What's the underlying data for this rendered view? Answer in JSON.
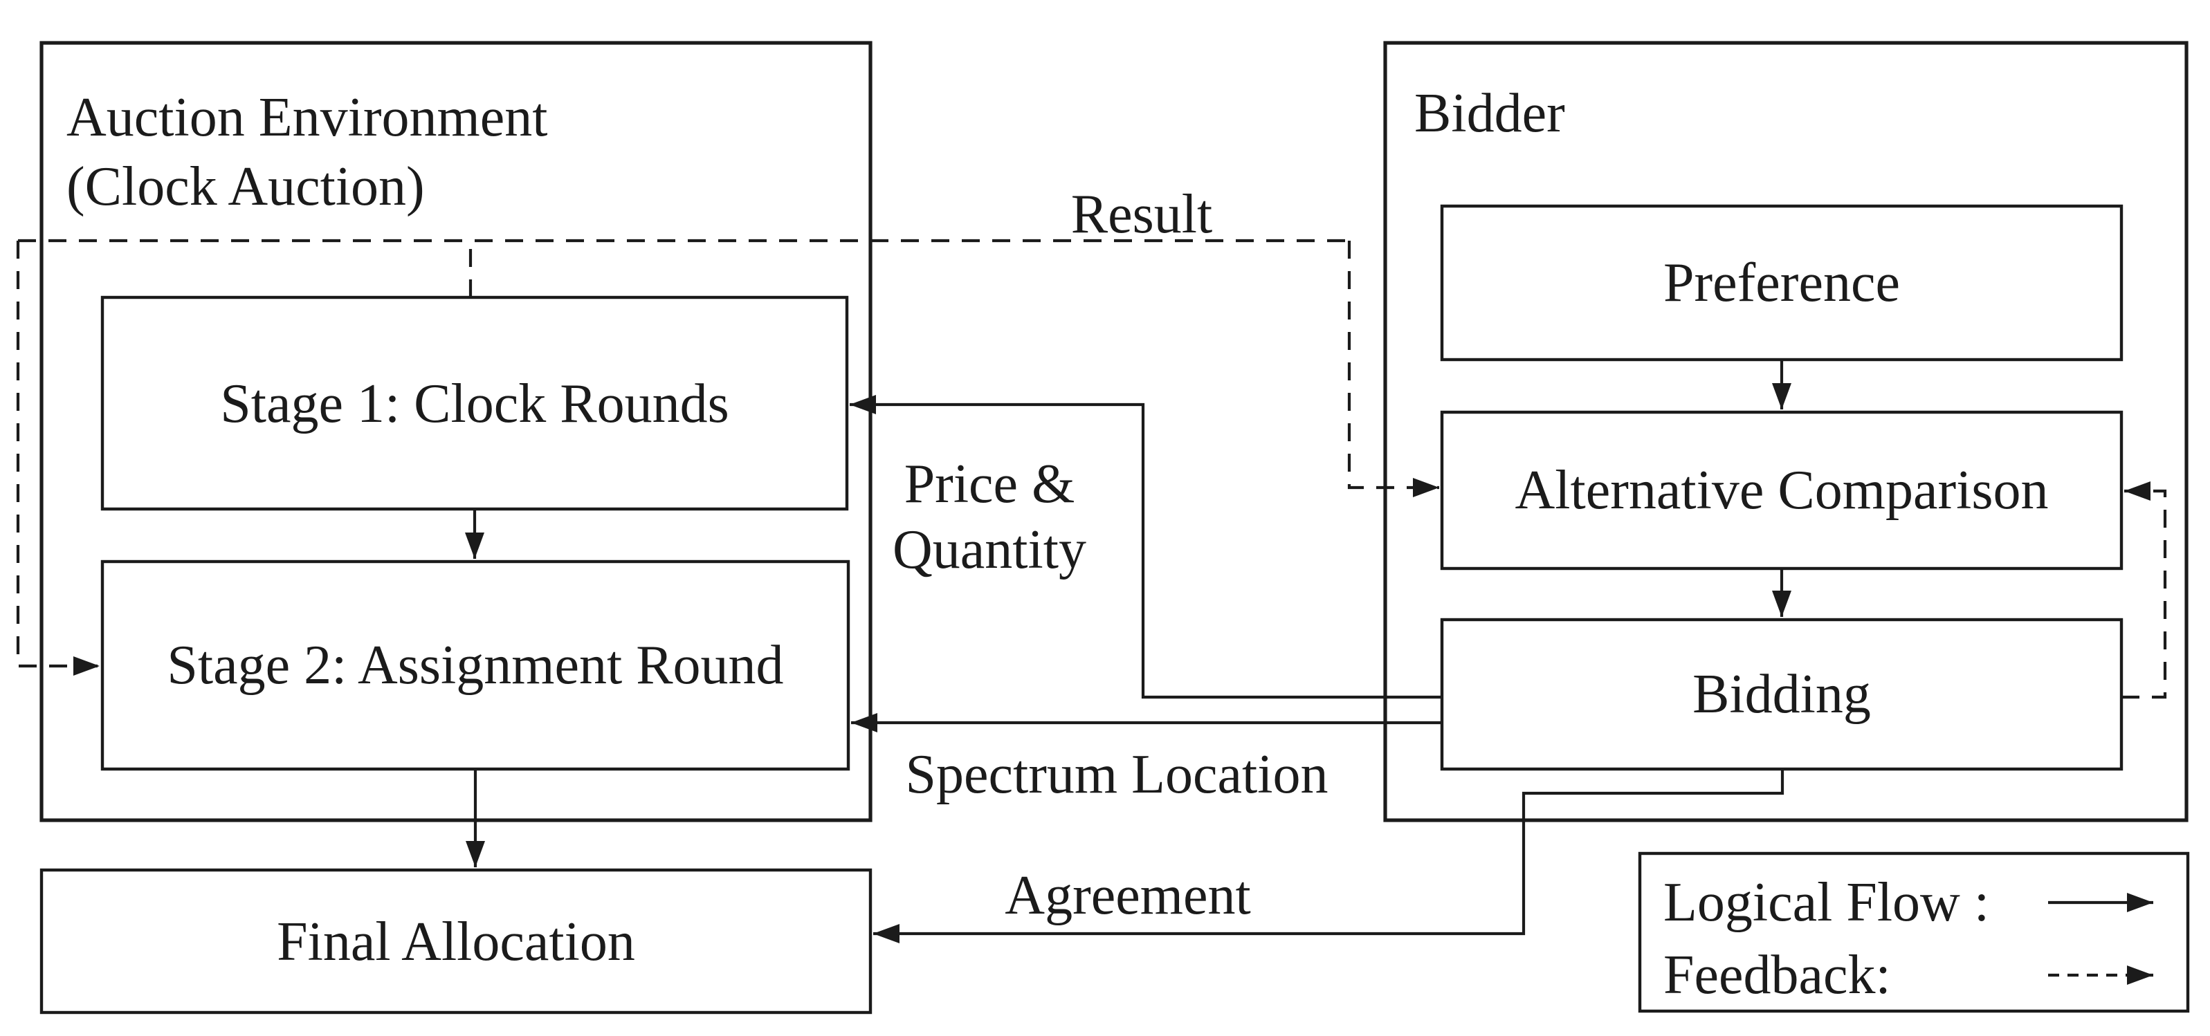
{
  "auction_env": {
    "title_line1": "Auction Environment",
    "title_line2": "(Clock Auction)",
    "stage1_label": "Stage 1: Clock Rounds",
    "stage2_label": "Stage 2: Assignment Round"
  },
  "final_allocation_label": "Final Allocation",
  "bidder": {
    "title": "Bidder",
    "preference_label": "Preference",
    "alternative_comparison_label": "Alternative Comparison",
    "bidding_label": "Bidding"
  },
  "edge_labels": {
    "result": "Result",
    "price_quantity_line1": "Price &",
    "price_quantity_line2": "Quantity",
    "spectrum_location": "Spectrum Location",
    "agreement": "Agreement"
  },
  "legend": {
    "logical_flow_label": "Logical Flow :",
    "feedback_label": "Feedback:"
  },
  "colors": {
    "ink": "#1b1b1b",
    "background": "#ffffff"
  }
}
